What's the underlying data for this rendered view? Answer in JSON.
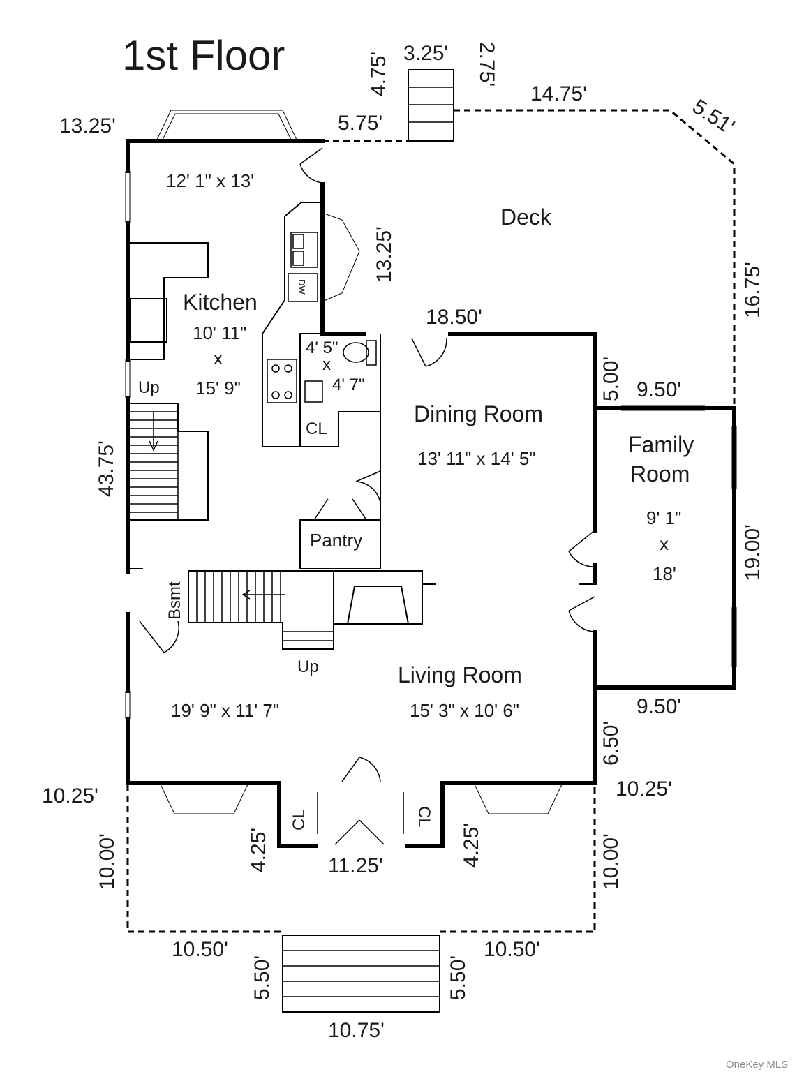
{
  "title": "1st Floor",
  "credit": "OneKey MLS",
  "rooms": {
    "deck": "Deck",
    "kitchen_name": "Kitchen",
    "kitchen_l1": "10' 11\"",
    "kitchen_l2": "x",
    "kitchen_l3": "15' 9\"",
    "nook_size": "12' 1\" x 13'",
    "bath_l1": "4' 5\"",
    "bath_l2": "x",
    "bath_l3": "4' 7\"",
    "dining_name": "Dining Room",
    "dining_size": "13' 11\" x 14' 5\"",
    "family_l1": "Family",
    "family_l2": "Room",
    "family_d1": "9' 1\"",
    "family_d2": "x",
    "family_d3": "18'",
    "pantry": "Pantry",
    "cl_kitchen": "CL",
    "cl_left": "CL",
    "cl_right": "CL",
    "bsmt": "Bsmt",
    "up_kitchen": "Up",
    "up_hall": "Up",
    "living_name": "Living Room",
    "living_size": "15' 3\" x 10' 6\"",
    "foyer_size": "19' 9\" x 11' 7\"",
    "dw": "DW"
  },
  "dims": {
    "d_475": "4.75'",
    "d_325": "3.25'",
    "d_275": "2.75'",
    "d_1475": "14.75'",
    "d_551": "5.51'",
    "d_1325_top": "13.25'",
    "d_575": "5.75'",
    "d_1325_side": "13.25'",
    "d_1850": "18.50'",
    "d_1675": "16.75'",
    "d_500": "5.00'",
    "d_950_top": "9.50'",
    "d_4375": "43.75'",
    "d_1900": "19.00'",
    "d_950_bot": "9.50'",
    "d_650": "6.50'",
    "d_1025_left": "10.25'",
    "d_1025_right": "10.25'",
    "d_425_left": "4.25'",
    "d_425_right": "4.25'",
    "d_1125": "11.25'",
    "d_1000_left": "10.00'",
    "d_1000_right": "10.00'",
    "d_1050_left": "10.50'",
    "d_1050_right": "10.50'",
    "d_550_left": "5.50'",
    "d_550_right": "5.50'",
    "d_1075": "10.75'"
  }
}
